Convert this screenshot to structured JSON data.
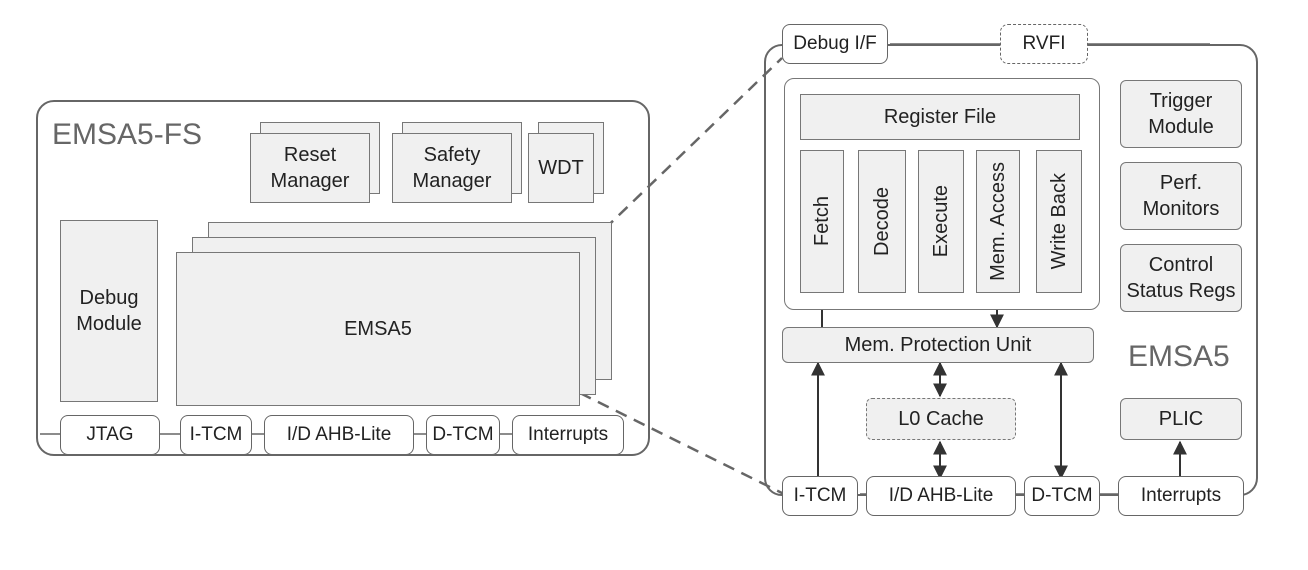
{
  "left": {
    "title": "EMSA5-FS",
    "reset_manager": [
      "Reset",
      "Manager"
    ],
    "safety_manager": [
      "Safety",
      "Manager"
    ],
    "wdt": "WDT",
    "debug_module": [
      "Debug",
      "Module"
    ],
    "core": "EMSA5",
    "ports": [
      "JTAG",
      "I-TCM",
      "I/D AHB-Lite",
      "D-TCM",
      "Interrupts"
    ]
  },
  "right": {
    "title": "EMSA5",
    "debug_if": "Debug I/F",
    "rvfi": "RVFI",
    "register_file": "Register File",
    "stages": [
      "Fetch",
      "Decode",
      "Execute",
      "Mem. Access",
      "Write Back"
    ],
    "trigger_module": [
      "Trigger",
      "Module"
    ],
    "perf_monitors": [
      "Perf.",
      "Monitors"
    ],
    "control_status": [
      "Control",
      "Status Regs"
    ],
    "mpu": "Mem. Protection Unit",
    "l0_cache": "L0 Cache",
    "plic": "PLIC",
    "ports": [
      "I-TCM",
      "I/D AHB-Lite",
      "D-TCM",
      "Interrupts"
    ]
  }
}
